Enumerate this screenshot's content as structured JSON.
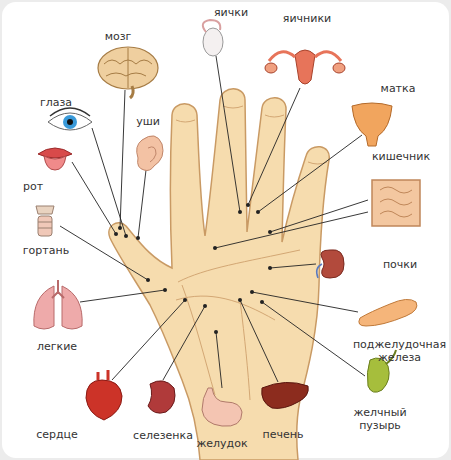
{
  "diagram": {
    "labels": [
      "мозг",
      "яички",
      "яичники",
      "матка",
      "глаза",
      "уши",
      "кишечник",
      "рот",
      "гортань",
      "почки",
      "легкие",
      "поджелудочная железа",
      "сердце",
      "селезенка",
      "желудок",
      "печень",
      "желчный пузырь"
    ]
  }
}
